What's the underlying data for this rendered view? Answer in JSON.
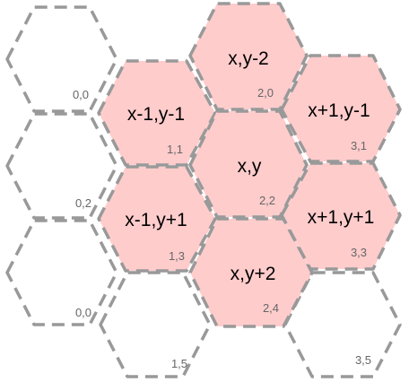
{
  "colors": {
    "highlight_fill": "#ffcccc",
    "outline": "#999999",
    "empty_fill": "#ffffff"
  },
  "hexes": [
    {
      "id": "0-0a",
      "label": "",
      "coord": "0,0",
      "highlighted": false
    },
    {
      "id": "0-2",
      "label": "",
      "coord": "0,2",
      "highlighted": false
    },
    {
      "id": "0-0b",
      "label": "",
      "coord": "0,0",
      "highlighted": false
    },
    {
      "id": "1-1",
      "label": "x-1,y-1",
      "coord": "1,1",
      "highlighted": true
    },
    {
      "id": "1-3",
      "label": "x-1,y+1",
      "coord": "1,3",
      "highlighted": true
    },
    {
      "id": "1-5",
      "label": "",
      "coord": "1,5",
      "highlighted": false
    },
    {
      "id": "2-0",
      "label": "x,y-2",
      "coord": "2,0",
      "highlighted": true
    },
    {
      "id": "2-2",
      "label": "x,y",
      "coord": "2,2",
      "highlighted": true
    },
    {
      "id": "2-4",
      "label": "x,y+2",
      "coord": "2,4",
      "highlighted": true
    },
    {
      "id": "3-1",
      "label": "x+1,y-1",
      "coord": "3,1",
      "highlighted": true
    },
    {
      "id": "3-3",
      "label": "x+1,y+1",
      "coord": "3,3",
      "highlighted": true
    },
    {
      "id": "3-5",
      "label": "",
      "coord": "3,5",
      "highlighted": false
    }
  ]
}
